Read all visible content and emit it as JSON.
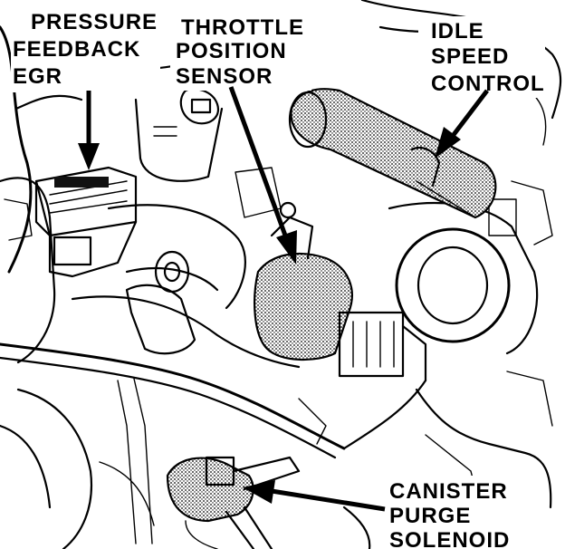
{
  "labels": {
    "egr_line1": "PRESSURE",
    "egr_line2": "FEEDBACK",
    "egr_line3": "EGR",
    "tps_line1": "THROTTLE",
    "tps_line2": "POSITION",
    "tps_line3": "SENSOR",
    "isc_line1": "IDLE",
    "isc_line2": "SPEED",
    "isc_line3": "CONTROL",
    "cps_line1": "CANISTER",
    "cps_line2": "PURGE",
    "cps_line3": "SOLENOID"
  },
  "colors": {
    "ink": "#000000",
    "paper": "#ffffff"
  }
}
